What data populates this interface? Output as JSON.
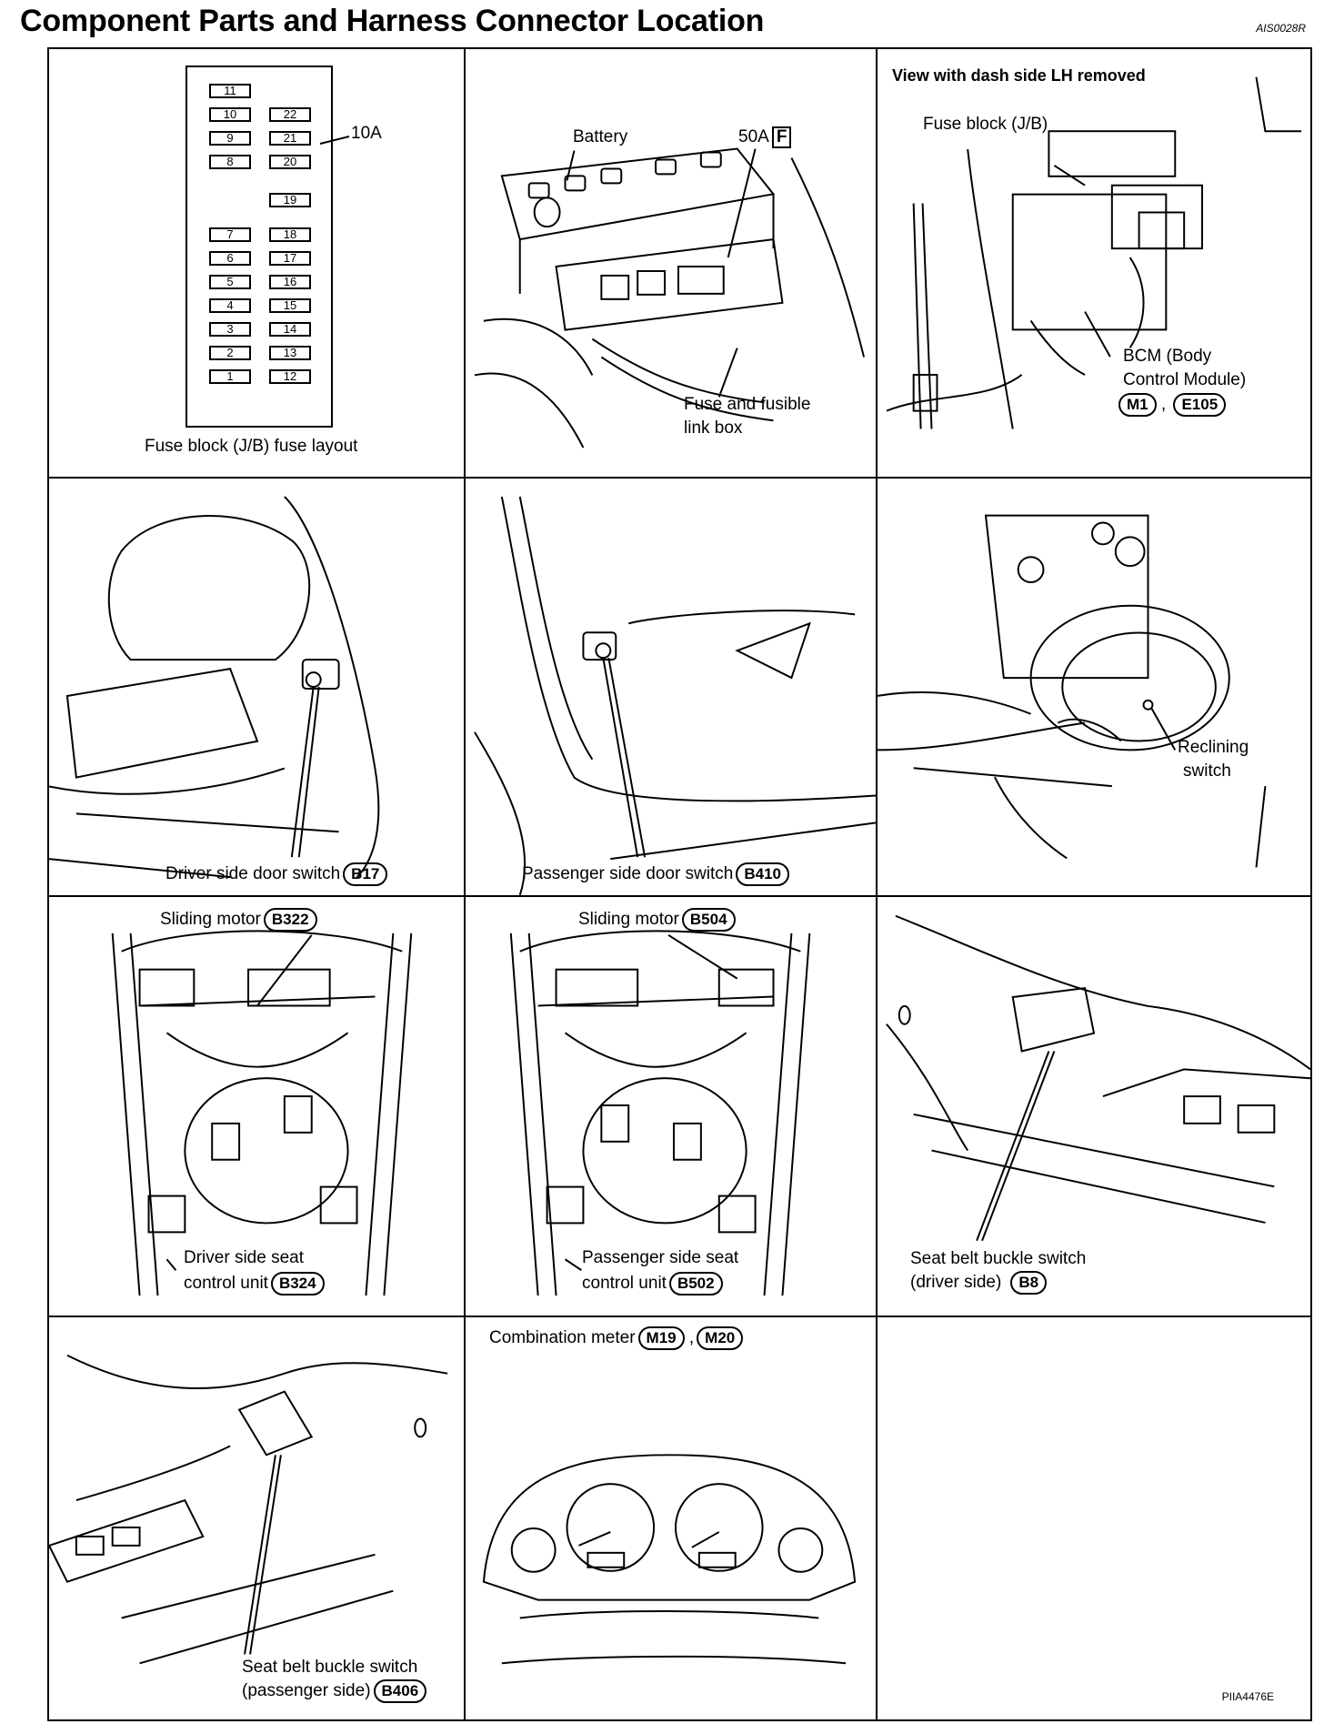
{
  "header": {
    "title": "Component Parts and Harness Connector Location",
    "code": "AIS0028R"
  },
  "footer": {
    "figure_code": "PIIA4476E"
  },
  "panels": {
    "fuse_layout": {
      "caption": "Fuse block (J/B) fuse layout",
      "callout": "10A",
      "left_column": [
        "11",
        "10",
        "9",
        "8",
        "7",
        "6",
        "5",
        "4",
        "3",
        "2",
        "1"
      ],
      "right_column": [
        "22",
        "21",
        "20",
        "19",
        "18",
        "17",
        "16",
        "15",
        "14",
        "13",
        "12"
      ]
    },
    "battery": {
      "battery_label": "Battery",
      "fuse_value": "50A",
      "fuse_letter": "F",
      "box_label_1": "Fuse and fusible",
      "box_label_2": "link box"
    },
    "bcm": {
      "view_label": "View with dash side LH removed",
      "fuse_block": "Fuse block (J/B)",
      "bcm_label_1": "BCM (Body",
      "bcm_label_2": "Control Module)",
      "connector_1": "M1",
      "separator": ",",
      "connector_2": "E105"
    },
    "driver_door": {
      "label": "Driver side door switch",
      "connector": "B17"
    },
    "passenger_door": {
      "label": "Passenger side door switch",
      "connector": "B410"
    },
    "reclining": {
      "label_1": "Reclining",
      "label_2": "switch"
    },
    "driver_seat": {
      "motor_label": "Sliding motor",
      "motor_connector": "B322",
      "unit_label_1": "Driver side seat",
      "unit_label_2": "control unit",
      "unit_connector": "B324"
    },
    "passenger_seat": {
      "motor_label": "Sliding motor",
      "motor_connector": "B504",
      "unit_label_1": "Passenger side seat",
      "unit_label_2": "control unit",
      "unit_connector": "B502"
    },
    "buckle_driver": {
      "label_1": "Seat belt buckle switch",
      "label_2": "(driver side)",
      "connector": "B8"
    },
    "buckle_passenger": {
      "label_1": "Seat belt buckle switch",
      "label_2": "(passenger side)",
      "connector": "B406"
    },
    "meter": {
      "label": "Combination meter",
      "connector_1": "M19",
      "separator": ",",
      "connector_2": "M20"
    }
  }
}
